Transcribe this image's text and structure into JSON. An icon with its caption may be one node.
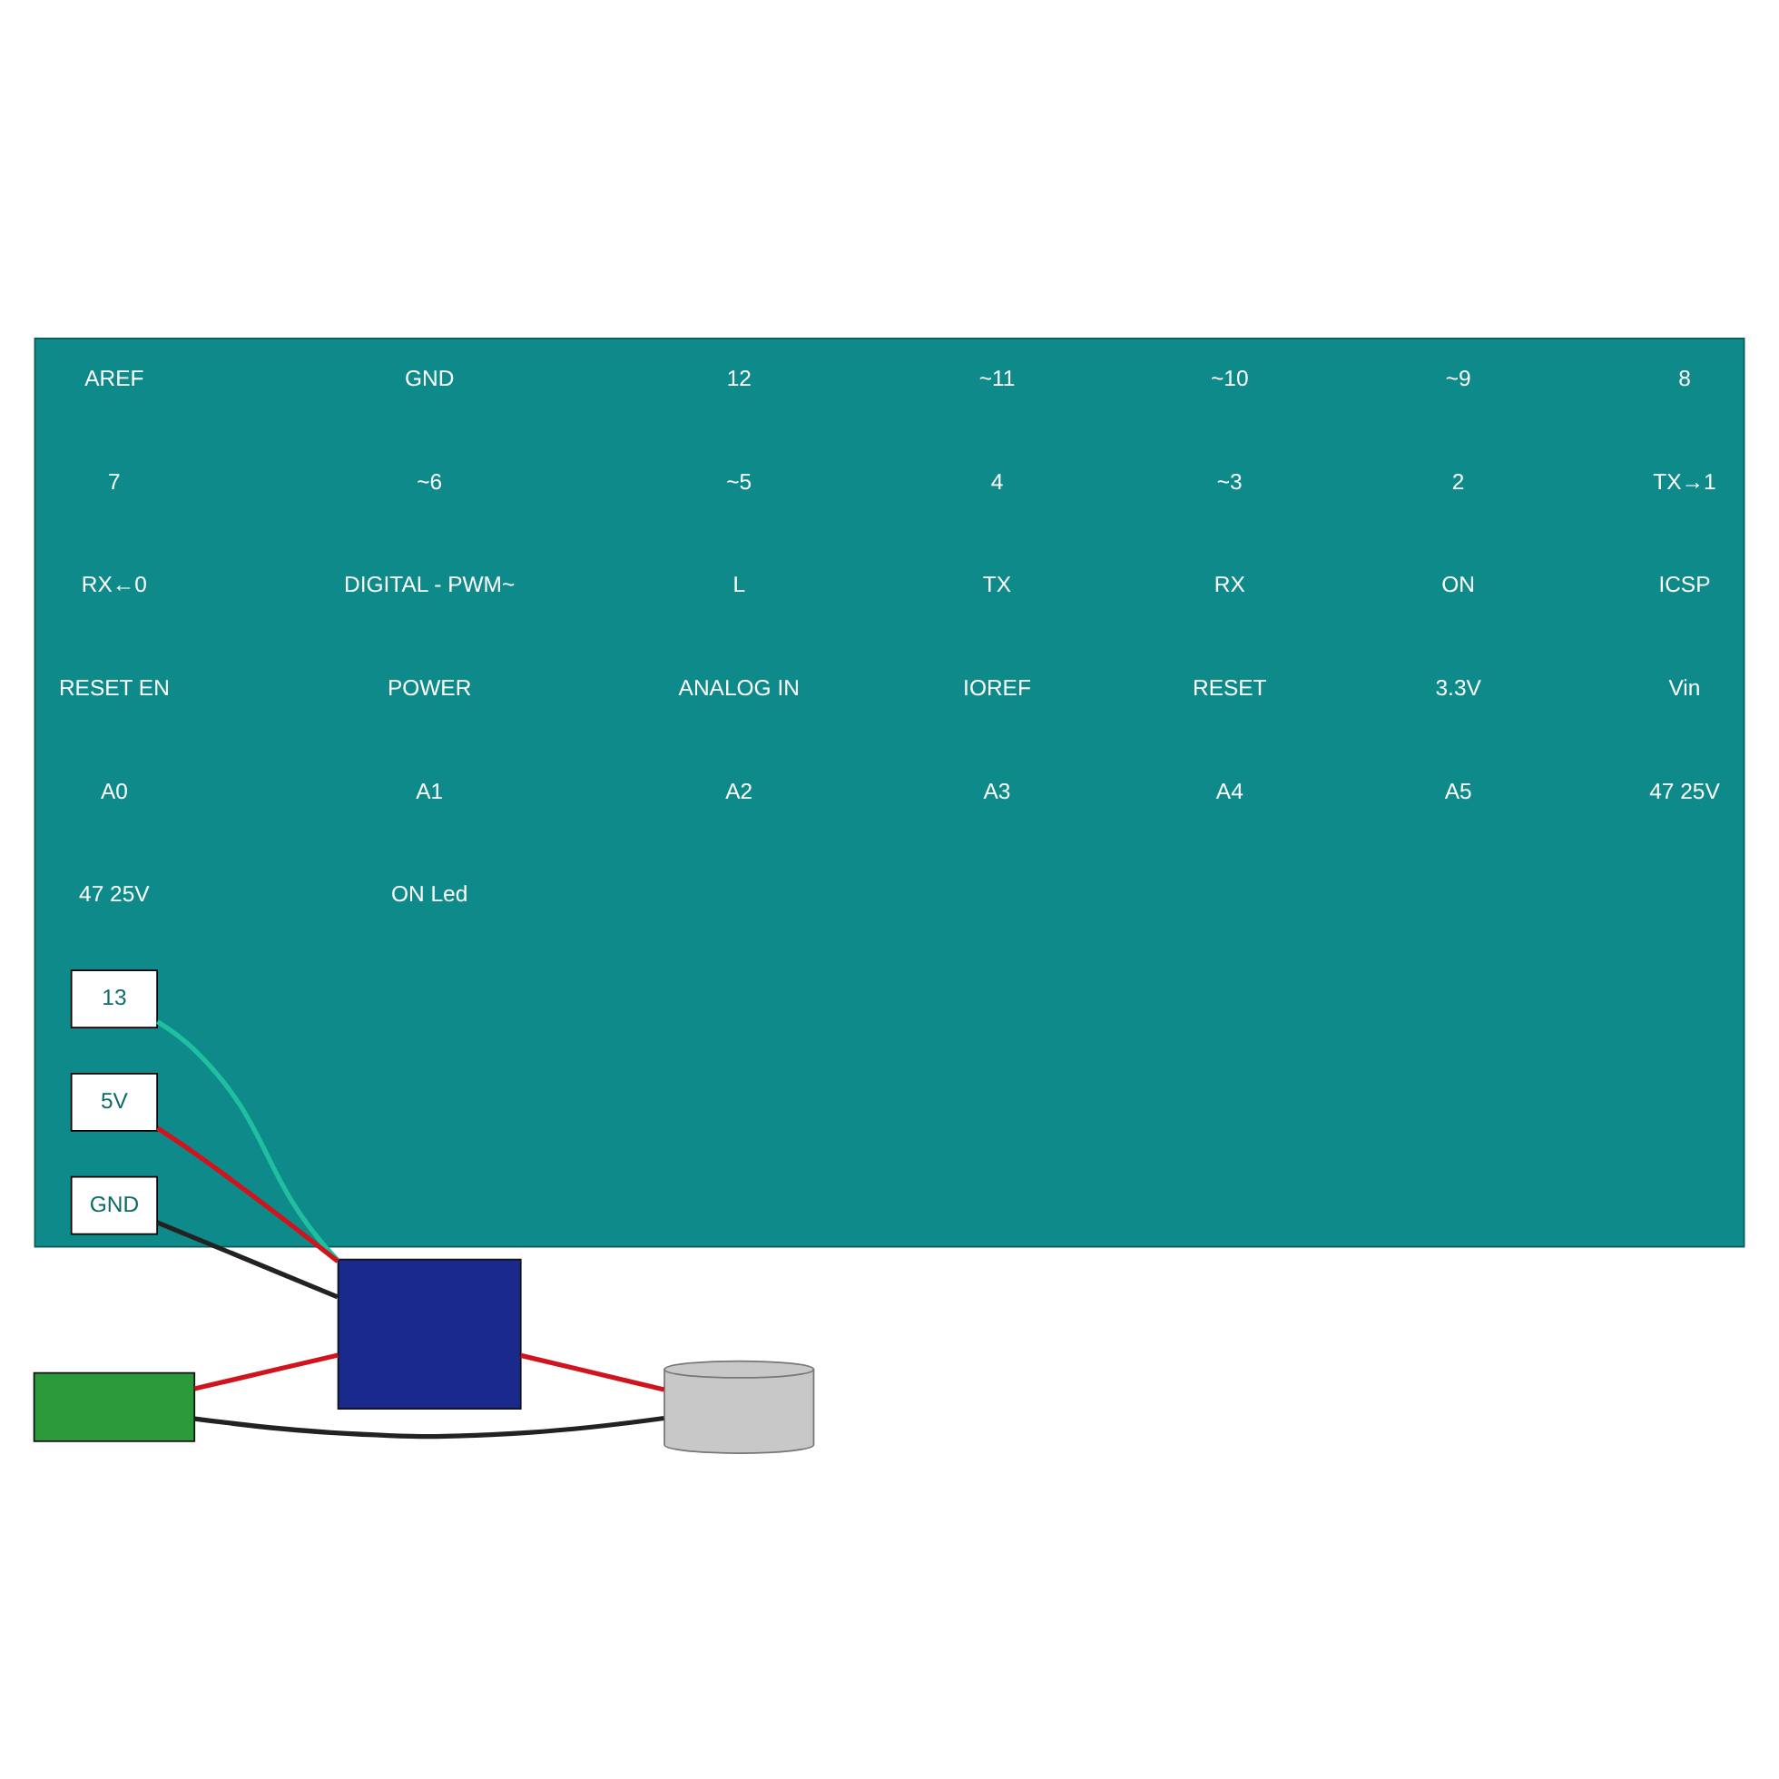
{
  "diagram": {
    "nodes": [
      {
        "text": [],
        "shape": "box"
      },
      {
        "text": [
          "13"
        ],
        "in": 0
      },
      {
        "text": [
          "5V"
        ],
        "in": 0
      },
      {
        "text": [
          "GND"
        ],
        "in": 0
      },
      {
        "text": [],
        "shape": "box"
      },
      {
        "text": [],
        "shape": "box"
      },
      {
        "text": [],
        "shape": "cylinder"
      }
    ],
    "edges": [
      {
        "from": 1,
        "to": 4,
        "arrow": "none",
        "color": "#1fbf9f"
      },
      {
        "from": 2,
        "to": 4,
        "arrow": "none",
        "color": "#d0141e"
      },
      {
        "from": 3,
        "to": 4,
        "arrow": "none",
        "color": "#222222"
      },
      {
        "from": 5,
        "to": 4,
        "arrow": "none",
        "color": "#d0141e"
      },
      {
        "from": 4,
        "to": 6,
        "arrow": "none",
        "color": "#d0141e"
      },
      {
        "from": 5,
        "to": 6,
        "arrow": "none",
        "color": "#222222"
      }
    ],
    "labels": [
      "AREF",
      "GND",
      "12",
      "~11",
      "~10",
      "~9",
      "8",
      "7",
      "~6",
      "~5",
      "4",
      "~3",
      "2",
      "TX→1",
      "RX←0",
      "DIGITAL - PWM~",
      "L",
      "TX",
      "RX",
      "ON",
      "ICSP",
      "RESET EN",
      "POWER",
      "ANALOG IN",
      "IOREF",
      "RESET",
      "3.3V",
      "Vin",
      "A0",
      "A1",
      "A2",
      "A3",
      "A4",
      "A5",
      "47 25V",
      "47 25V",
      "ON Led"
    ]
  }
}
